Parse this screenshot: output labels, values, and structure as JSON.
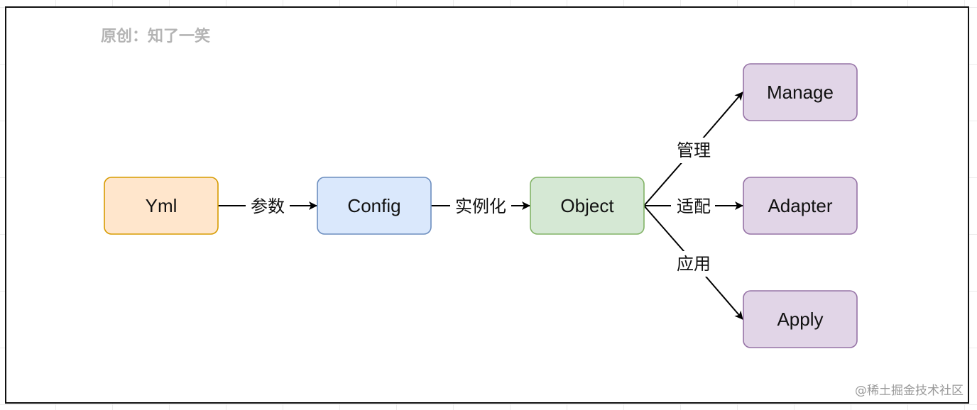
{
  "credit": "原创：知了一笑",
  "watermark": "@稀土掘金技术社区",
  "colors": {
    "yml_fill": "#ffe6cc",
    "yml_stroke": "#d79b00",
    "config_fill": "#dae8fc",
    "config_stroke": "#6c8ebf",
    "object_fill": "#d5e8d4",
    "object_stroke": "#82b366",
    "target_fill": "#e1d5e7",
    "target_stroke": "#9673a6"
  },
  "nodes": {
    "yml": "Yml",
    "config": "Config",
    "object": "Object",
    "manage": "Manage",
    "adapter": "Adapter",
    "apply": "Apply"
  },
  "edges": {
    "yml_config": "参数",
    "config_object": "实例化",
    "object_manage": "管理",
    "object_adapter": "适配",
    "object_apply": "应用"
  }
}
